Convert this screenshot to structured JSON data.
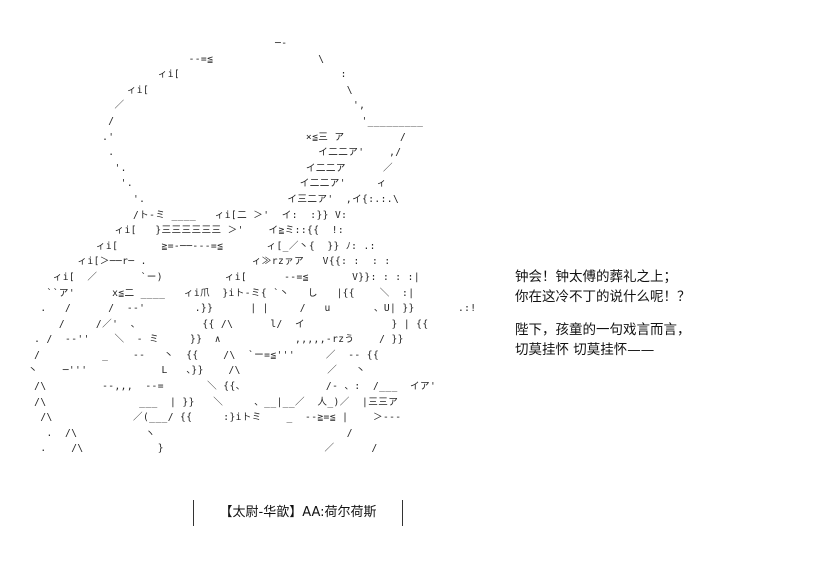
{
  "ascii_art": "                                        ─-      \n                          --=≦                 \\\n                     ィi[                          :\n                ィi[                                \\\n              ／                                     ',\n             /                                        '_________\n            .'                               ×≦三 ア         /\n             .                                 イ二二ア'    ,/\n              '.                             イ二二ア      ／\n               '.                           イ二二ア'     ィ\n                 '.                       イ三二ア'  ,イ{:.:.\\\n                 /ト-ミ ____   ィi[二 ＞'  イ:  :}} V:\n              ィi[   }三三三三三三 ＞'    イ≧ミ::{{  !:\n           ィi[       ≧=-──---=≦       ィ[_／丶{  }} ﾉ: .:\n        ィi[＞──r─ .                 ィ≫rzァア   V{{: :  : :\n    ィi[  ／       `ー)          ィi[      --=≦       V}}: : : :|\n   ``ア'      x≦二 ____   ィi爪  }iト-ミ{ `丶   し   |{{    ＼  :|\n  .   /      /  --'        .}}      | |     /   u       、U| }}       .:!\n     /     /／'  、          {{ /\\      l/  イ              } | {{\n . /  --''    ＼  - ミ     }}  ∧            ,,,,,-rzう    / }}\n /          _    --   丶  {{    /\\  `ー=≦'''     ／  -- {{\n丶    ─'''            L   、}}    /\\              ／   丶\n /\\         --,,,  --=       ＼ {{、             /- 、:  /___  イア'\n /\\               ___  | }}   ＼     、__|__／  人_)／  |三三ア\n  /\\             ／(___/ {{     :}iトミ    _  --≧=≦ |    ＞---\n   .  /\\           ヽ                               /\n  .    /\\            }                          ／      /",
  "dialogue_1": {
    "line1": "钟会！钟太傅的葬礼之上；",
    "line2": "你在这冷不丁的说什么呢！？"
  },
  "dialogue_2": {
    "line1": "陛下，孩童的一句戏言而言，",
    "line2": "切莫挂怀  切莫挂怀——"
  },
  "credit": "【太尉-华歆】AA:荷尔荷斯"
}
